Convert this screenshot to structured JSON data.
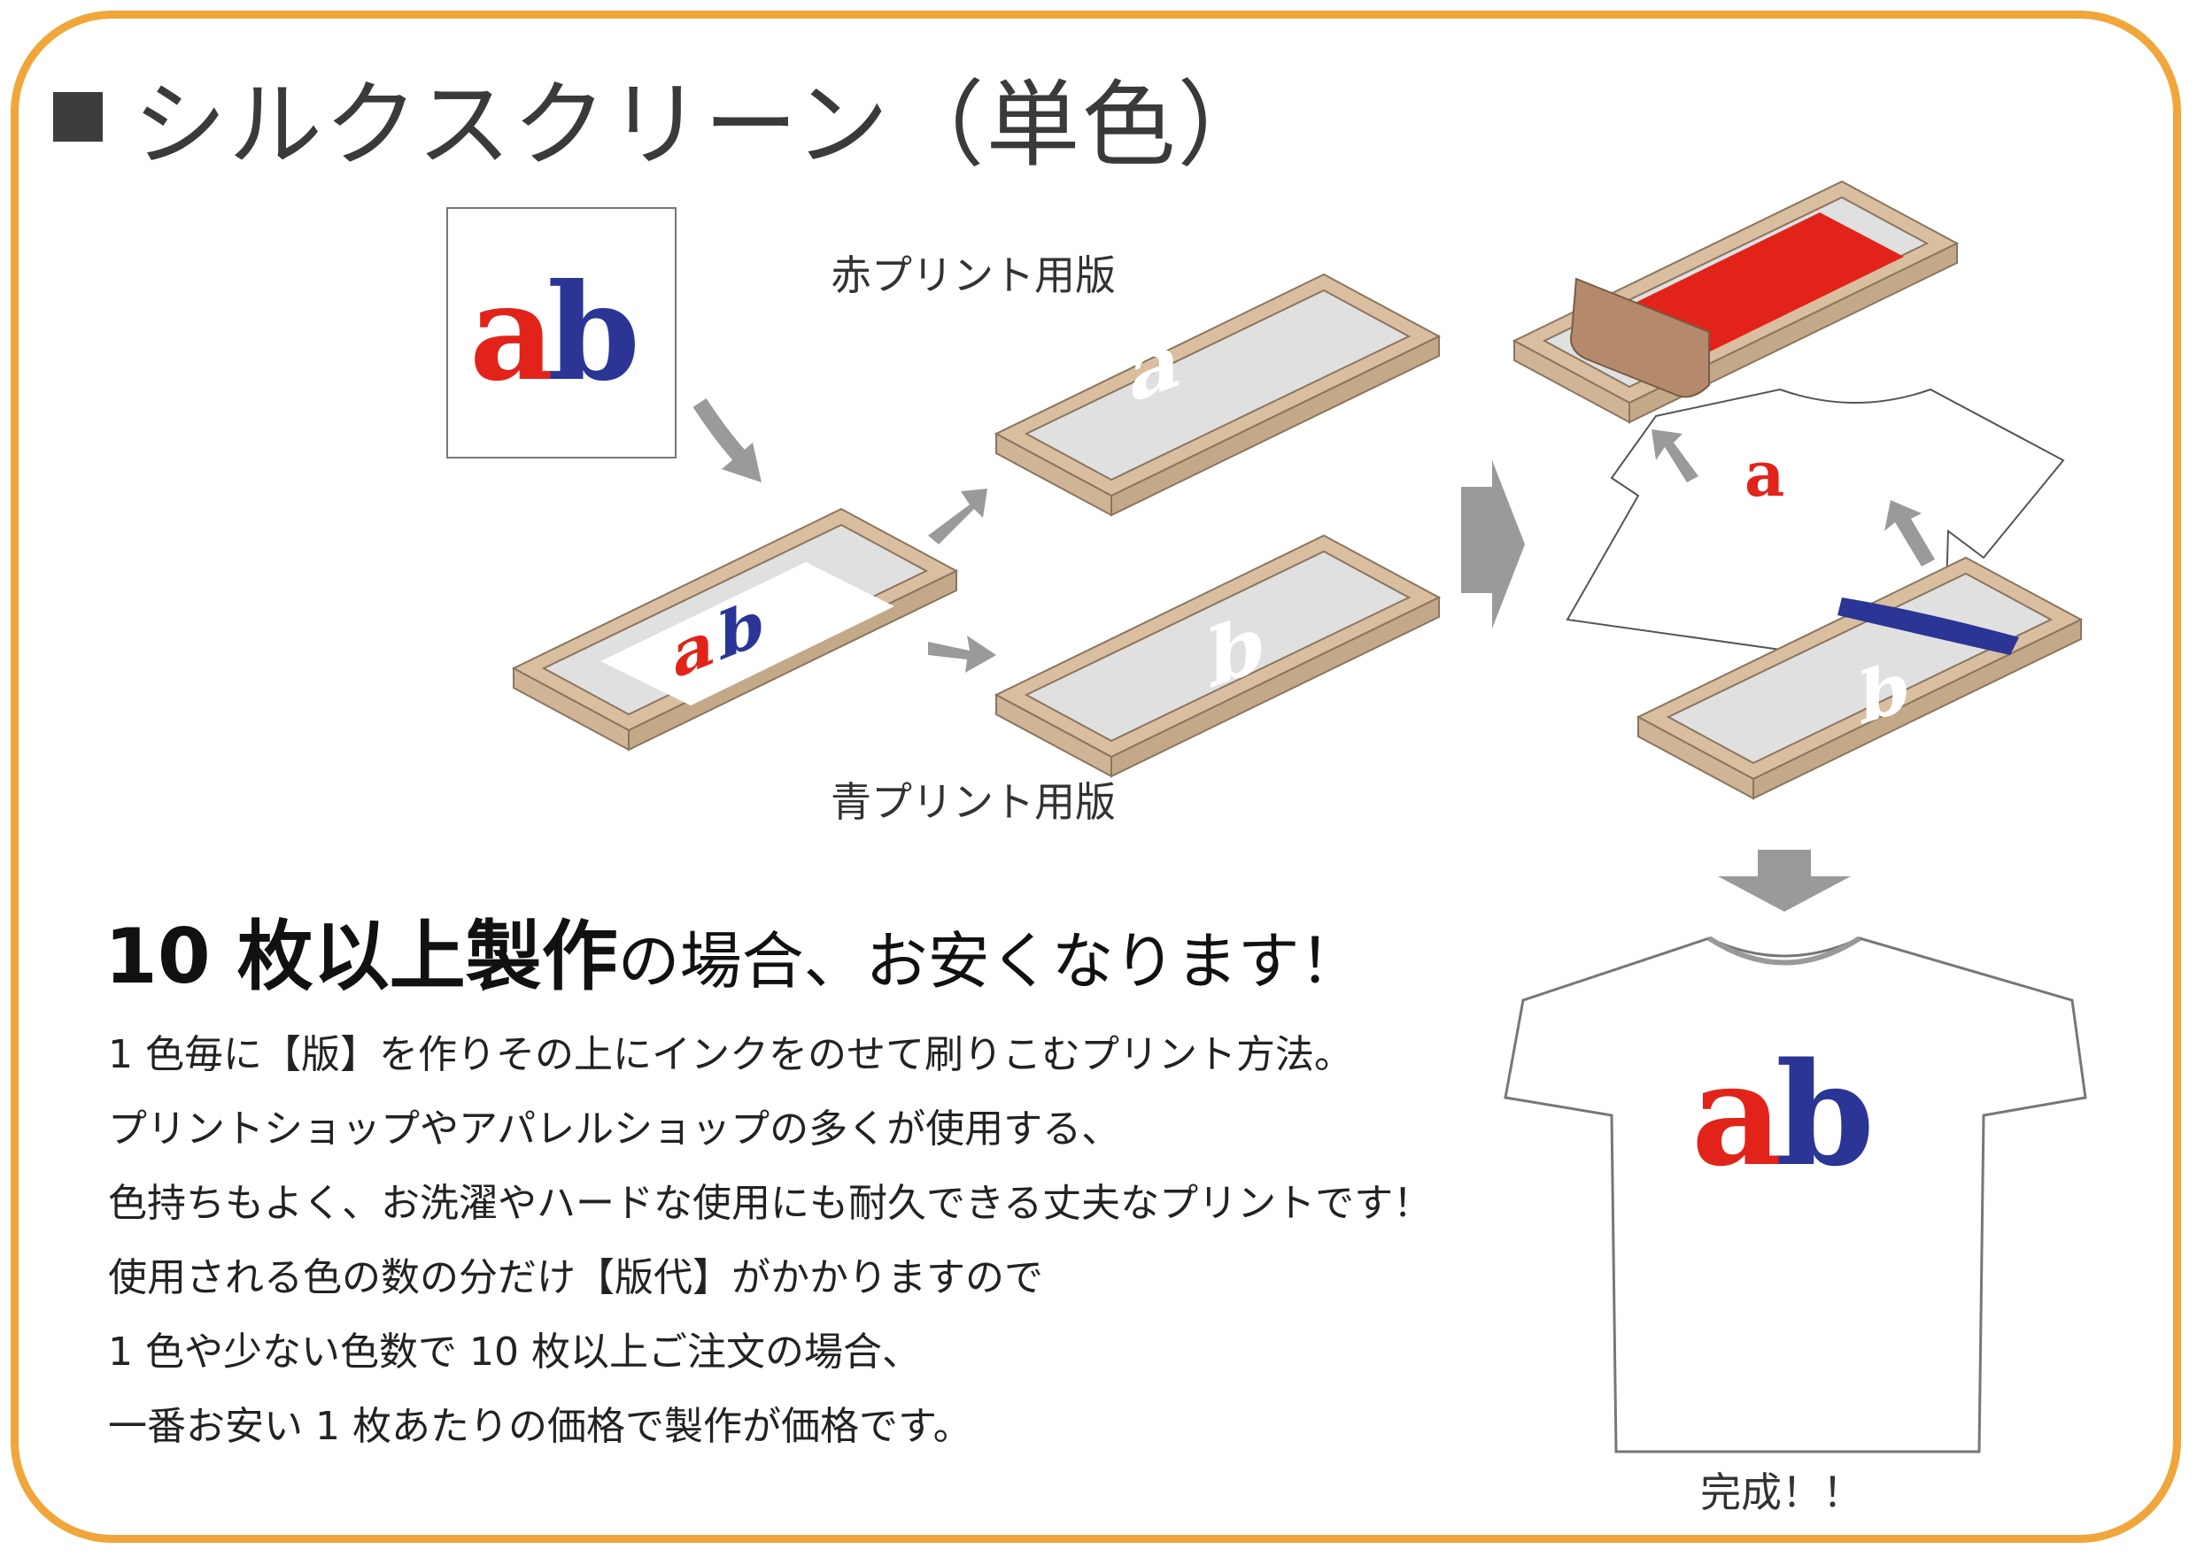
{
  "title": {
    "text": "シルクスクリーン（単色）"
  },
  "labels": {
    "red_plate": "赤プリント用版",
    "blue_plate": "青プリント用版",
    "done": "完成！！"
  },
  "artwork_text": "ab",
  "plate_letters": {
    "red": "a",
    "blue": "b"
  },
  "headline": {
    "bold": "10 枚以上製作",
    "rest": "の場合、お安くなります！"
  },
  "body_lines": [
    "1 色毎に【版】を作りその上にインクをのせて刷りこむプリント方法。",
    "プリントショップやアパレルショップの多くが使用する、",
    "色持ちもよく、お洗濯やハードな使用にも耐久できる丈夫なプリントです！",
    "使用される色の数の分だけ【版代】がかかりますので",
    "1 色や少ない色数で 10 枚以上ご注文の場合、",
    "一番お安い 1 枚あたりの価格で製作が価格です。"
  ],
  "colors": {
    "border": "#f0a63a",
    "wood_frame": "#d9bf9f",
    "ink_red": "#e2231a",
    "ink_blue": "#2b3595",
    "arrow_gray": "#9a9a9a",
    "squeegee": "#b58a6c"
  }
}
